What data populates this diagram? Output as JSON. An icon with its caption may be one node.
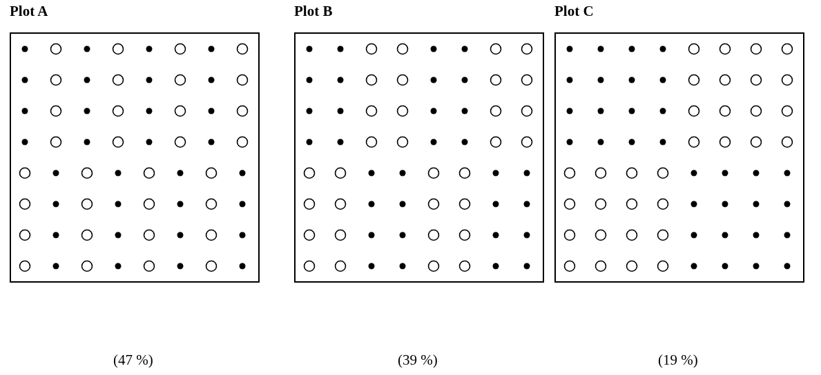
{
  "diagram": {
    "nodes": [
      {
        "text": [
          "Plot A"
        ]
      },
      {
        "text": [
          "Plot B"
        ]
      },
      {
        "text": [
          "Plot C"
        ]
      }
    ],
    "labels": [
      "(47 %)",
      "(39 %)",
      "(19 %)"
    ]
  }
}
